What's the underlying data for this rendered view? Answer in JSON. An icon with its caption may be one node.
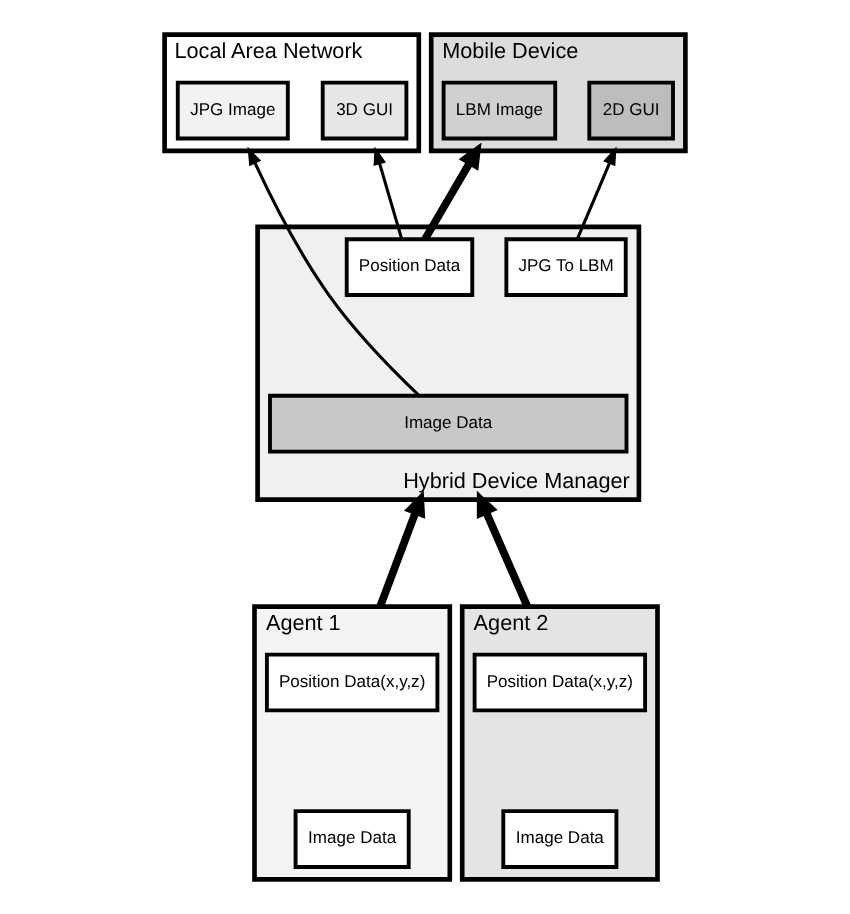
{
  "diagram": {
    "nodes": [
      {
        "text": [
          "Local Area Network"
        ]
      },
      {
        "text": [
          "JPG Image"
        ],
        "in": 0
      },
      {
        "text": [
          "3D GUI"
        ],
        "in": 0
      },
      {
        "text": [
          "Mobile Device"
        ]
      },
      {
        "text": [
          "LBM Image"
        ],
        "in": 3
      },
      {
        "text": [
          "2D GUI"
        ],
        "in": 3
      },
      {
        "text": [
          "Hybrid Device Manager"
        ]
      },
      {
        "text": [
          "Position Data"
        ],
        "in": 6
      },
      {
        "text": [
          "JPG To LBM"
        ],
        "in": 6
      },
      {
        "text": [
          "Image Data"
        ],
        "in": 6
      },
      {
        "text": [
          "Agent 1"
        ]
      },
      {
        "text": [
          "Position Data(x,y,z)"
        ],
        "in": 10
      },
      {
        "text": [
          "Image Data"
        ],
        "in": 10
      },
      {
        "text": [
          "Agent 2"
        ]
      },
      {
        "text": [
          "Position Data(x,y,z)"
        ],
        "in": 13
      },
      {
        "text": [
          "Image Data"
        ],
        "in": 13
      }
    ],
    "edges": [
      {
        "from": 9,
        "to": 0,
        "arrow": "to"
      },
      {
        "from": 7,
        "to": 0,
        "arrow": "to"
      },
      {
        "from": 7,
        "to": 3,
        "arrow": "to",
        "style": "thick"
      },
      {
        "from": 8,
        "to": 3,
        "arrow": "to"
      },
      {
        "from": 10,
        "to": 6,
        "arrow": "to",
        "style": "thick"
      },
      {
        "from": 13,
        "to": 6,
        "arrow": "to",
        "style": "thick"
      }
    ]
  }
}
